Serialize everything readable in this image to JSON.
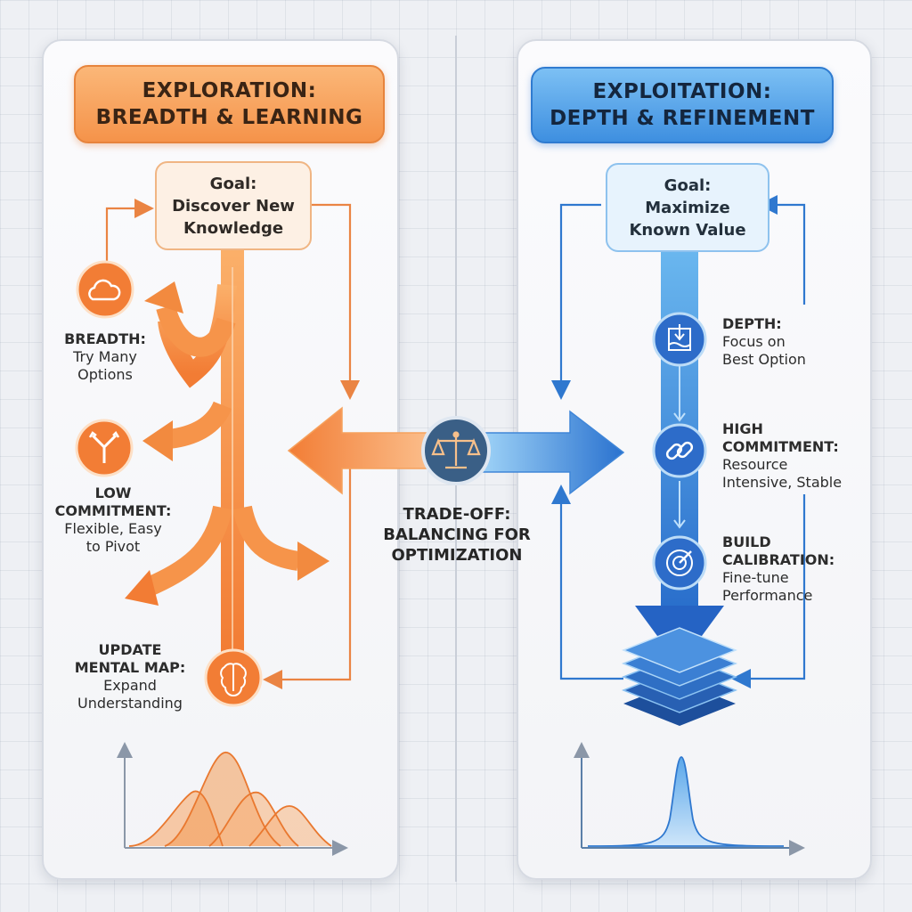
{
  "left": {
    "title_line1": "EXPLORATION:",
    "title_line2": "BREADTH & LEARNING",
    "goal_line1": "Goal:",
    "goal_line2": "Discover New",
    "goal_line3": "Knowledge",
    "breadth_title": "BREADTH:",
    "breadth_line1": "Try Many",
    "breadth_line2": "Options",
    "commit_title1": "LOW",
    "commit_title2": "COMMITMENT:",
    "commit_line1": "Flexible, Easy",
    "commit_line2": "to Pivot",
    "update_title1": "UPDATE",
    "update_title2": "MENTAL MAP:",
    "update_line1": "Expand",
    "update_line2": "Understanding"
  },
  "right": {
    "title_line1": "EXPLOITATION:",
    "title_line2": "DEPTH & REFINEMENT",
    "goal_line1": "Goal:",
    "goal_line2": "Maximize",
    "goal_line3": "Known Value",
    "depth_title": "DEPTH:",
    "depth_line1": "Focus on",
    "depth_line2": "Best Option",
    "commit_title1": "HIGH",
    "commit_title2": "COMMITMENT:",
    "commit_line1": "Resource",
    "commit_line2": "Intensive, Stable",
    "calib_title1": "BUILD",
    "calib_title2": "CALIBRATION:",
    "calib_line1": "Fine-tune",
    "calib_line2": "Performance"
  },
  "center": {
    "tradeoff_line1": "TRADE-OFF:",
    "tradeoff_line2": "BALANCING FOR",
    "tradeoff_line3": "OPTIMIZATION"
  },
  "icons": {
    "left": [
      "cloud-icon",
      "split-arrows-icon",
      "brain-icon"
    ],
    "right": [
      "depth-icon",
      "link-icon",
      "target-icon"
    ],
    "center": "scale-icon",
    "bottom_right": "stacked-layers-icon"
  },
  "colors": {
    "orange": "#f5893a",
    "blue": "#2f7fd6",
    "dark_blue": "#1f5fb0"
  }
}
